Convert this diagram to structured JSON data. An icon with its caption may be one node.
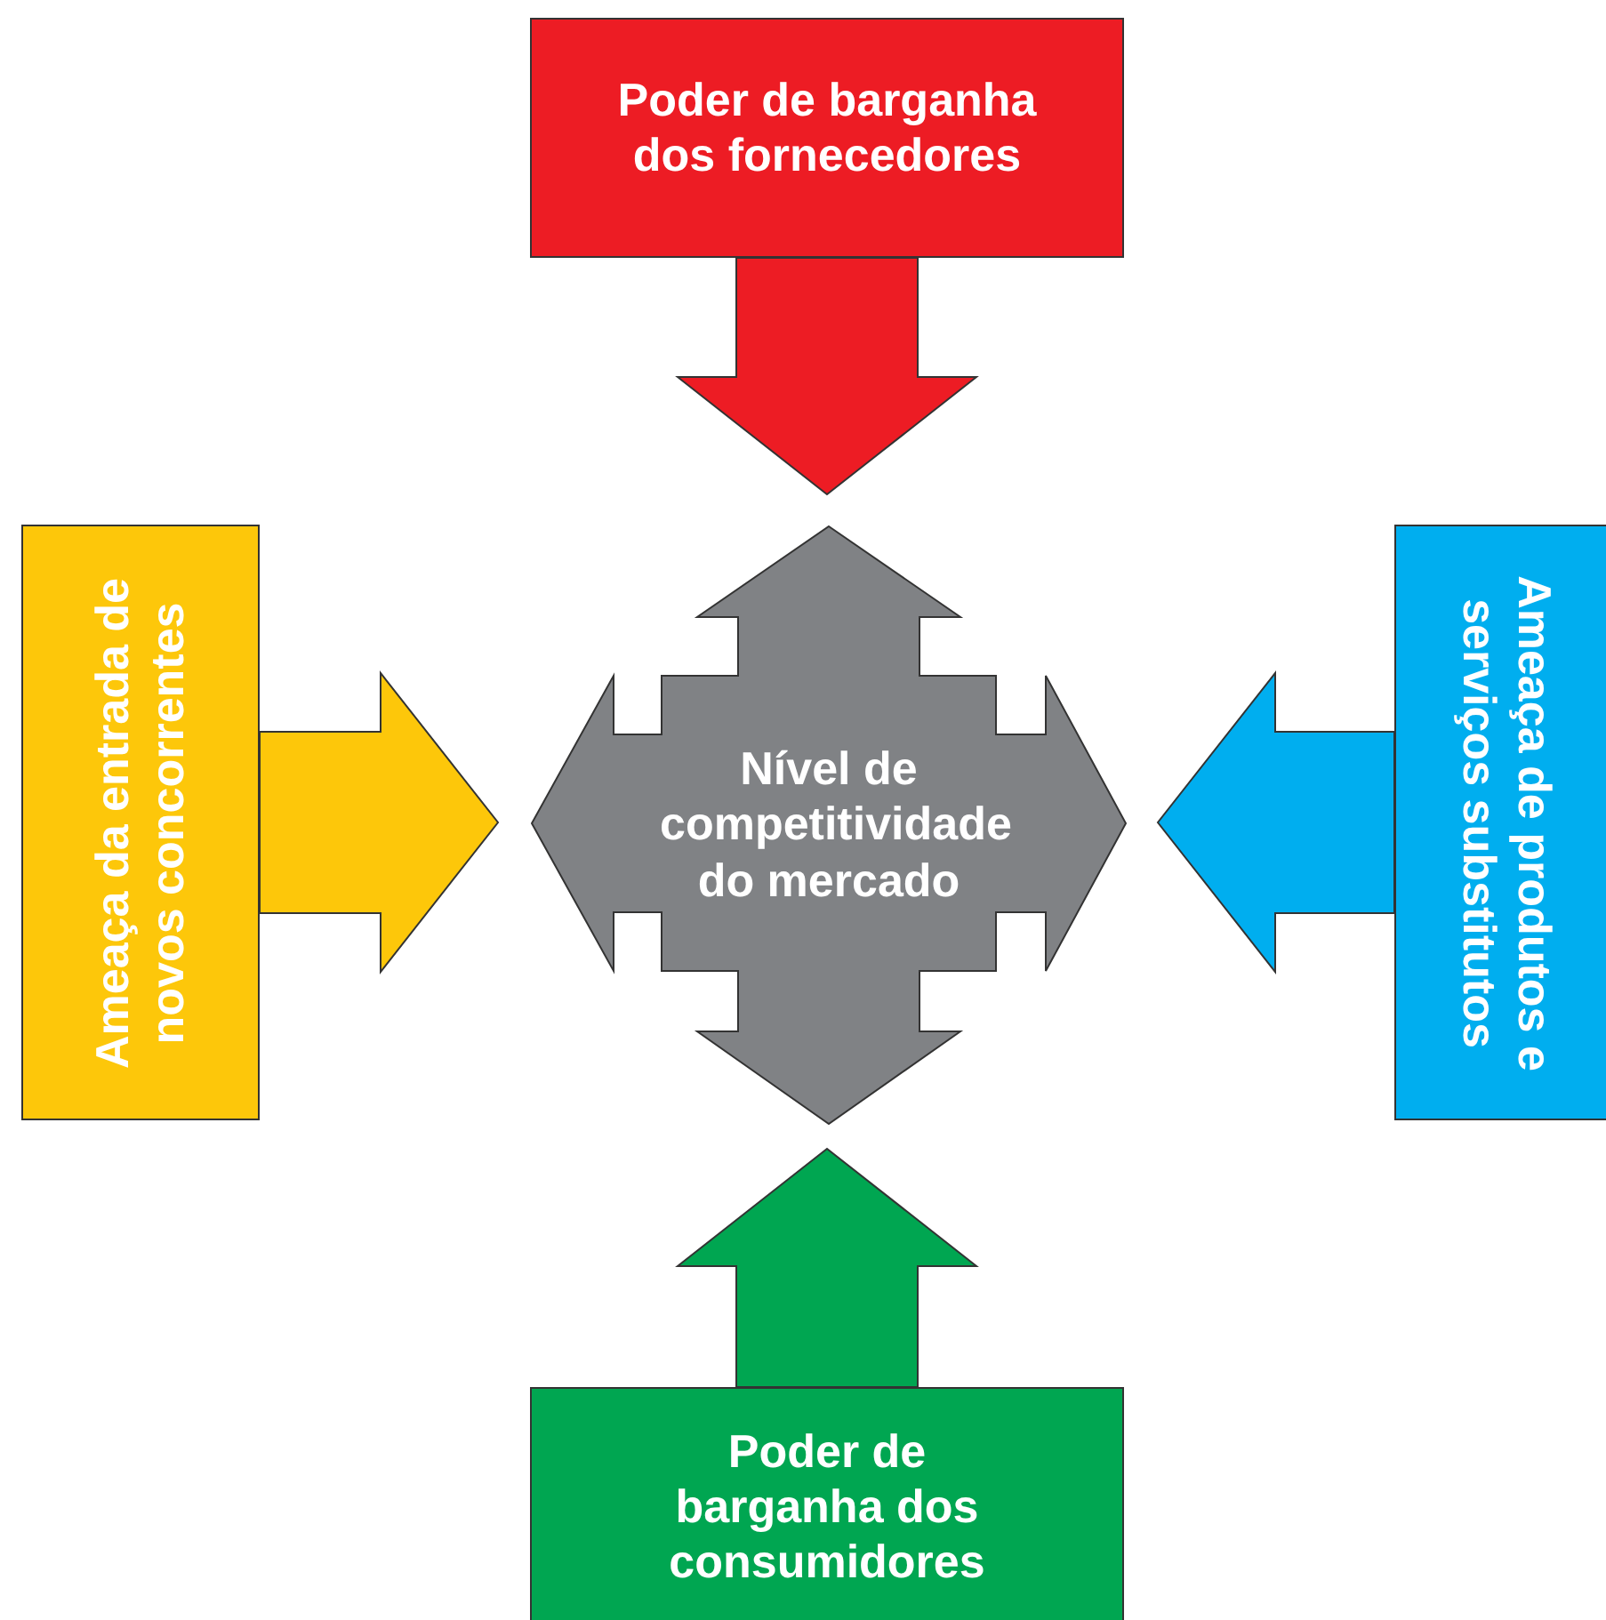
{
  "diagram": {
    "nodes": [
      {
        "text": [
          "Poder de barganha dos fornecedores"
        ]
      },
      {
        "text": [
          "Ameaça da entrada de novos concorrentes"
        ]
      },
      {
        "text": [
          "Nível de competitividade do mercado"
        ]
      },
      {
        "text": [
          "Ameaça de produtos e serviços substitutos"
        ]
      },
      {
        "text": [
          "Poder de barganha dos consumidores"
        ]
      }
    ],
    "edges": [
      {
        "from": 0,
        "to": 2,
        "arrow": "to",
        "style": "thick",
        "color": "#ed1c24"
      },
      {
        "from": 1,
        "to": 2,
        "arrow": "to",
        "style": "thick",
        "color": "#fdc70a"
      },
      {
        "from": 3,
        "to": 2,
        "arrow": "to",
        "style": "thick",
        "color": "#00aeef"
      },
      {
        "from": 4,
        "to": 2,
        "arrow": "to",
        "style": "thick",
        "color": "#00a651"
      }
    ]
  }
}
